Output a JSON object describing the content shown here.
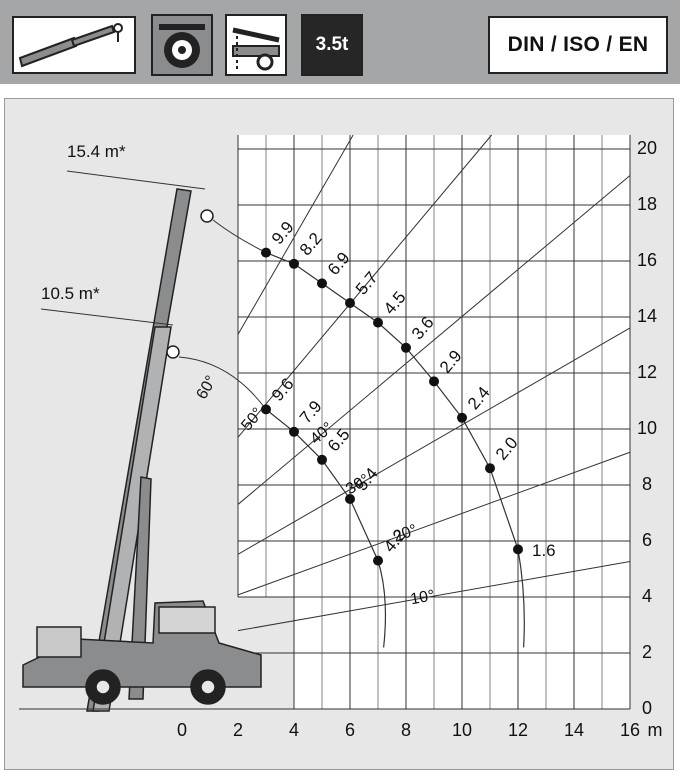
{
  "header": {
    "load_label": "3.5t",
    "norm_label": "DIN / ISO / EN",
    "icons": [
      "telescopic-boom-icon",
      "outrigger-tire-icon",
      "support-trailer-icon"
    ]
  },
  "chart_data": {
    "type": "load-chart",
    "x_unit": "m",
    "x_ticks": [
      "0",
      "2",
      "4",
      "6",
      "8",
      "10",
      "12",
      "14",
      "16"
    ],
    "y_ticks": [
      "0",
      "2",
      "4",
      "6",
      "8",
      "10",
      "12",
      "14",
      "16",
      "18",
      "20"
    ],
    "xlim": [
      -5.5,
      16
    ],
    "ylim": [
      -0.5,
      20.5
    ],
    "boom_lengths": [
      {
        "label": "15.4 m*",
        "points": [
          {
            "x": 3,
            "y": 16.3,
            "load": "9.9"
          },
          {
            "x": 4,
            "y": 15.9,
            "load": "8.2"
          },
          {
            "x": 5,
            "y": 15.2,
            "load": "6.9"
          },
          {
            "x": 6,
            "y": 14.5,
            "load": "5.7"
          },
          {
            "x": 7,
            "y": 13.8,
            "load": "4.5"
          },
          {
            "x": 8,
            "y": 12.9,
            "load": "3.6"
          },
          {
            "x": 9,
            "y": 11.7,
            "load": "2.9"
          },
          {
            "x": 10,
            "y": 10.4,
            "load": "2.4"
          },
          {
            "x": 11,
            "y": 8.6,
            "load": "2.0"
          },
          {
            "x": 12,
            "y": 5.7,
            "load": "1.6"
          }
        ]
      },
      {
        "label": "10.5 m*",
        "points": [
          {
            "x": 3,
            "y": 10.7,
            "load": "9.6"
          },
          {
            "x": 4,
            "y": 9.9,
            "load": "7.9"
          },
          {
            "x": 5,
            "y": 8.9,
            "load": "6.5"
          },
          {
            "x": 6,
            "y": 7.5,
            "load": "5.4"
          },
          {
            "x": 7,
            "y": 5.3,
            "load": "4.2"
          }
        ]
      }
    ],
    "angles": [
      "10°",
      "20°",
      "30°",
      "40°",
      "50°",
      "60°"
    ],
    "grid": true
  }
}
